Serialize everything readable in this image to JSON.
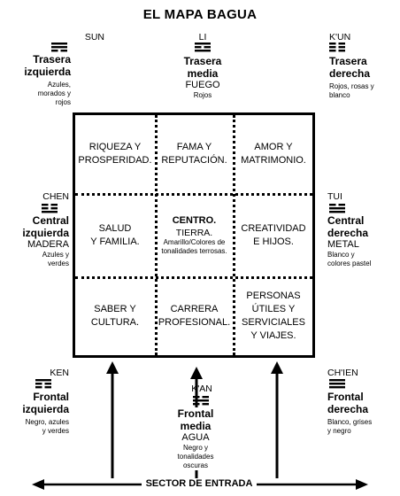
{
  "title": "EL MAPA BAGUA",
  "top": {
    "left": {
      "name": "SUN",
      "position": "Trasera izquierda",
      "line1": "Trasera",
      "line2": "izquierda",
      "colors1": "Azules,",
      "colors2": "morados y",
      "colors3": "rojos"
    },
    "middle": {
      "name": "LI",
      "line1": "Trasera",
      "line2": "media",
      "element": "FUEGO",
      "colors": "Rojos"
    },
    "right": {
      "name": "K'UN",
      "line1": "Trasera",
      "line2": "derecha",
      "colors1": "Rojos, rosas y",
      "colors2": "blanco"
    }
  },
  "sides": {
    "left": {
      "name": "CHEN",
      "line1": "Central",
      "line2": "izquierda",
      "element": "MADERA",
      "colors1": "Azules y",
      "colors2": "verdes"
    },
    "right": {
      "name": "TUI",
      "line1": "Central",
      "line2": "derecha",
      "element": "METAL",
      "colors1": "Blanco y",
      "colors2": "colores pastel"
    }
  },
  "bottom": {
    "left": {
      "name": "KEN",
      "line1": "Frontal",
      "line2": "izquierda",
      "colors1": "Negro, azules",
      "colors2": "y verdes"
    },
    "middle": {
      "name": "K'AN",
      "line1": "Frontal",
      "line2": "media",
      "element": "AGUA",
      "colors1": "Negro y",
      "colors2": "tonalidades",
      "colors3": "oscuras"
    },
    "right": {
      "name": "CH'IEN",
      "line1": "Frontal",
      "line2": "derecha",
      "colors1": "Blanco, grises",
      "colors2": "y negro"
    }
  },
  "grid": {
    "r1c1": [
      "RIQUEZA Y",
      "PROSPERIDAD."
    ],
    "r1c2": [
      "FAMA Y",
      "REPUTACIÓN."
    ],
    "r1c3": [
      "AMOR Y",
      "MATRIMONIO."
    ],
    "r2c1": [
      "SALUD",
      "Y FAMILIA."
    ],
    "r2c2": {
      "title": "CENTRO.",
      "element": "TIERRA.",
      "colors1": "Amarillo/Colores de",
      "colors2": "tonalidades terrosas."
    },
    "r2c3": [
      "CREATIVIDAD",
      "E HIJOS."
    ],
    "r3c1": [
      "SABER Y",
      "CULTURA."
    ],
    "r3c2": [
      "CARRERA",
      "PROFESIONAL."
    ],
    "r3c3": [
      "PERSONAS",
      "ÚTILES Y",
      "SERVICIALES",
      "Y VIAJES."
    ]
  },
  "entrance": "SECTOR DE ENTRADA"
}
